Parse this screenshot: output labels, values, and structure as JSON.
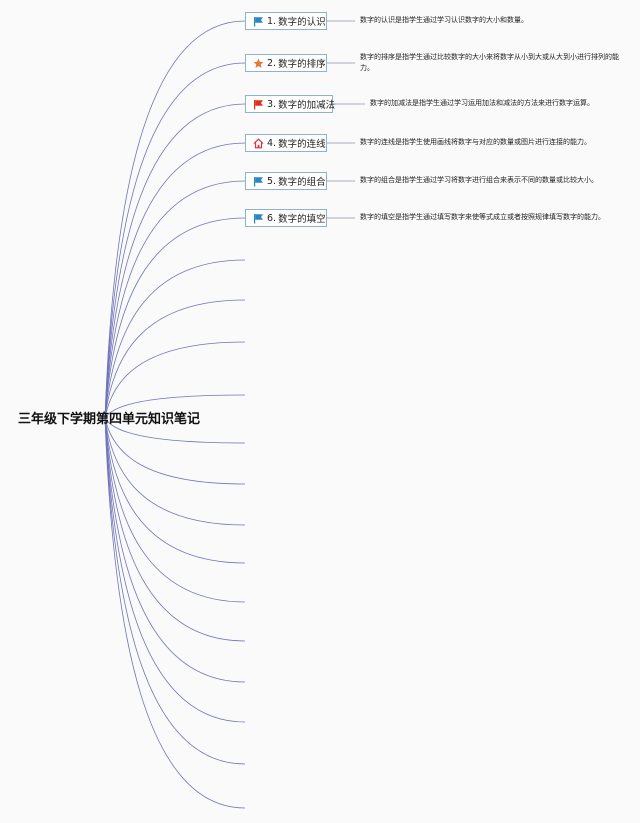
{
  "root": {
    "title": "三年级下学期第四单元知识笔记"
  },
  "topics": [
    {
      "number": "1.",
      "label": "数字的认识",
      "icon": "blue-flag-icon",
      "description": "数字的认识是指学生通过学习认识数字的大小和数量。"
    },
    {
      "number": "2.",
      "label": "数字的排序",
      "icon": "orange-star-icon",
      "description": "数字的排序是指学生通过比较数字的大小来将数字从小到大或从大到小进行排列的能力。"
    },
    {
      "number": "3.",
      "label": "数字的加减法",
      "icon": "red-flag-icon",
      "description": "数字的加减法是指学生通过学习运用加法和减法的方法来进行数字运算。"
    },
    {
      "number": "4.",
      "label": "数字的连线",
      "icon": "home-icon",
      "description": "数字的连线是指学生使用画线将数字与对应的数量或图片进行连接的能力。"
    },
    {
      "number": "5.",
      "label": "数字的组合",
      "icon": "blue-flag-icon",
      "description": "数字的组合是指学生通过学习将数字进行组合来表示不同的数量或比较大小。"
    },
    {
      "number": "6.",
      "label": "数字的填空",
      "icon": "blue-flag-icon",
      "description": "数字的填空是指学生通过填写数字来使等式成立或者按照规律填写数字的能力。"
    }
  ],
  "colors": {
    "branch_line": "#6f74b8",
    "connector_line": "#8a8fa8",
    "topic_border": "#8fb4c9",
    "blue_flag": "#2b86c5",
    "red_flag": "#e0301e",
    "orange_star": "#e8773a",
    "home_icon": "#e0303a"
  }
}
